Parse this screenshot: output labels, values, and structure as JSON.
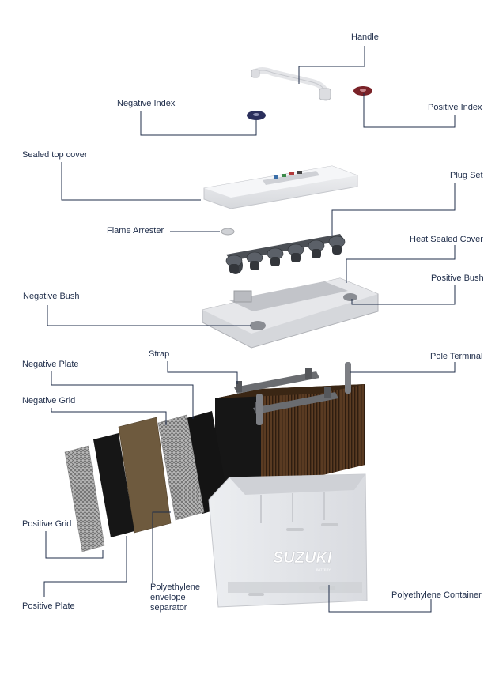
{
  "diagram": {
    "brand": "SUZUKI",
    "brand_sub": "BATTERY",
    "labels": {
      "handle": "Handle",
      "negative_index": "Negative Index",
      "positive_index": "Positive Index",
      "sealed_top_cover": "Sealed top cover",
      "plug_set": "Plug Set",
      "flame_arrester": "Flame Arrester",
      "heat_sealed_cover": "Heat Sealed Cover",
      "positive_bush": "Positive Bush",
      "negative_bush": "Negative  Bush",
      "strap": "Strap",
      "pole_terminal": "Pole Terminal",
      "negative_plate": "Negative Plate",
      "negative_grid": "Negative Grid",
      "positive_grid": "Positive Grid",
      "positive_plate": "Positive Plate",
      "pe_separator": "Polyethylene envelope separator",
      "pe_container": "Polyethylene Container"
    },
    "colors": {
      "leader_line": "#1f2d4a",
      "label_text": "#1f2d4a",
      "negative_index": "#2b2f5c",
      "positive_index": "#7a2228",
      "plate_dark": "#1b1b1b",
      "separator_brown": "#6e5a3e",
      "container": "#e6e7ea"
    }
  }
}
